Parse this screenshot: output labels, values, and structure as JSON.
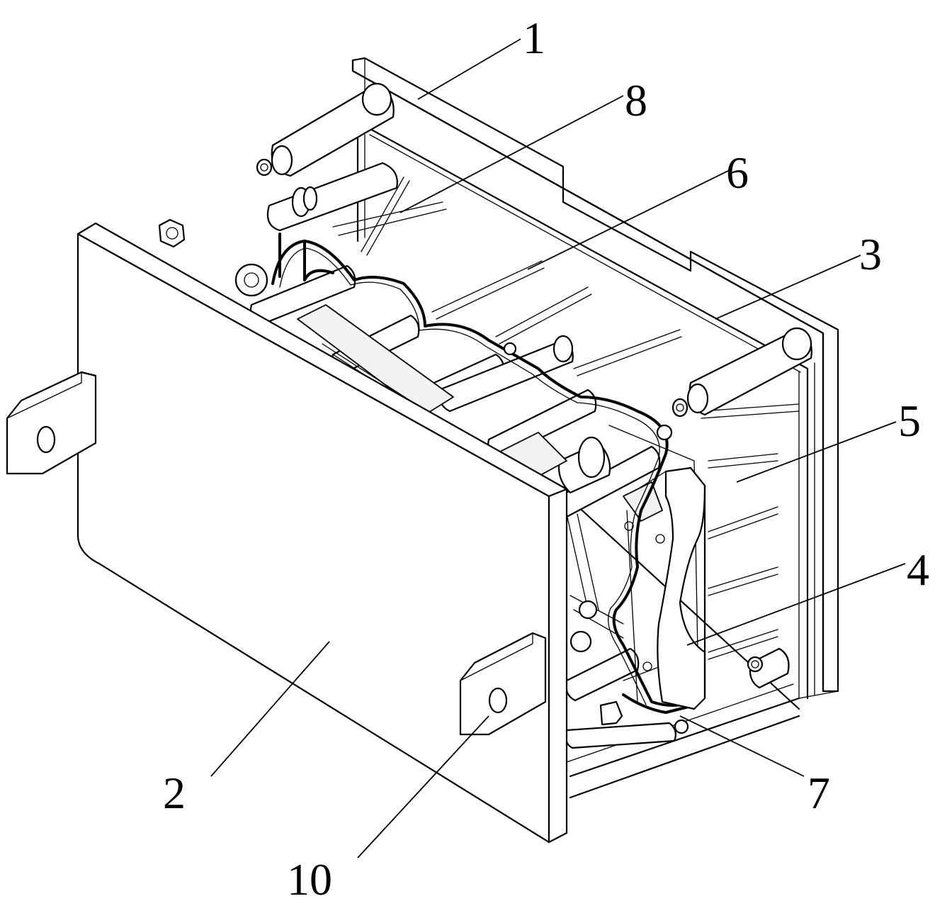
{
  "callouts": {
    "c1": "1",
    "c2": "2",
    "c3": "3",
    "c4": "4",
    "c5": "5",
    "c6": "6",
    "c7": "7",
    "c8": "8",
    "c10": "10"
  },
  "colors": {
    "line": "#000000",
    "background": "#ffffff"
  }
}
